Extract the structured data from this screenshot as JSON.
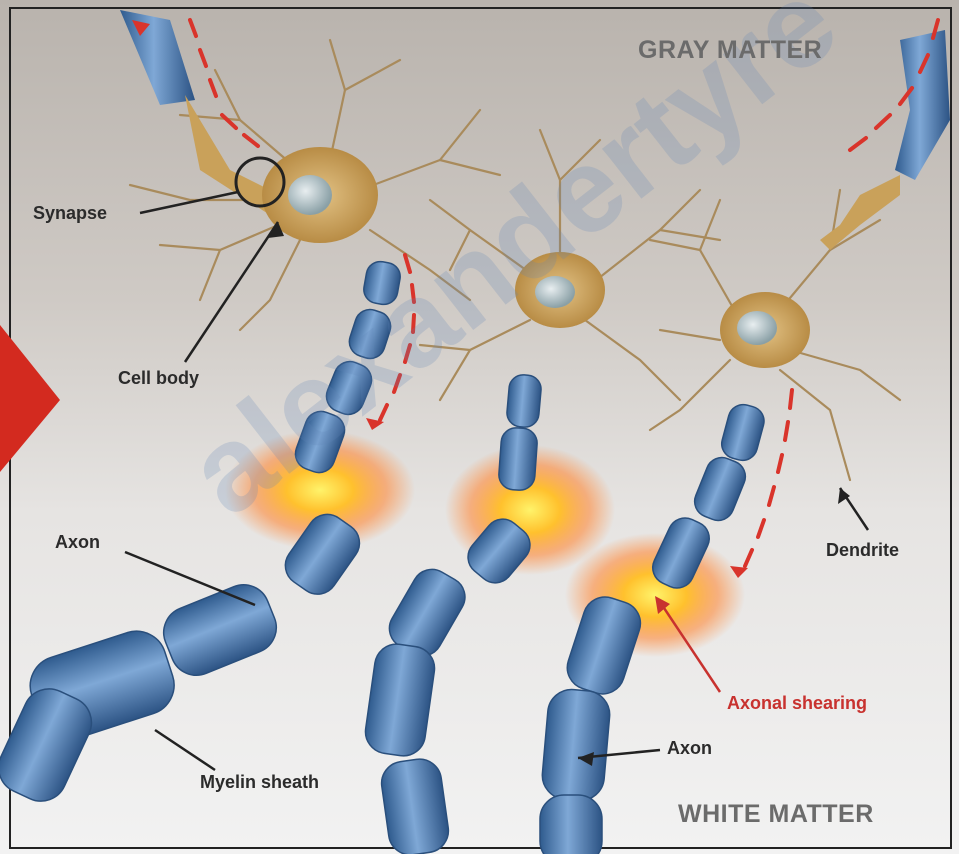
{
  "regions": {
    "top": "GRAY MATTER",
    "bottom": "WHITE MATTER"
  },
  "labels": {
    "synapse": "Synapse",
    "cell_body": "Cell body",
    "axon_left": "Axon",
    "myelin_sheath": "Myelin sheath",
    "axon_right": "Axon",
    "dendrite": "Dendrite",
    "axonal_shearing": "Axonal shearing"
  },
  "watermark": "alexandertyre",
  "colors": {
    "axon_blue": "#4f7fb8",
    "cell_body_tan": "#c9a15a",
    "impulse_red": "#d9342b",
    "injury_glow": "#ffb02e",
    "annotation_red": "#c8322f"
  }
}
